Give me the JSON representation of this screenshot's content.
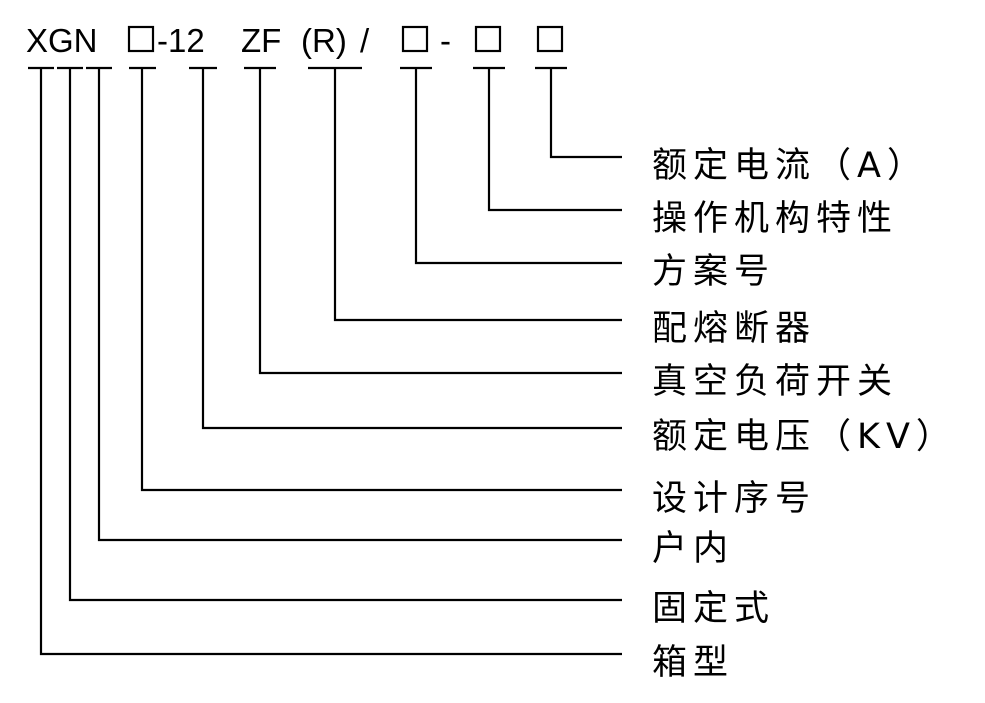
{
  "model_code": {
    "prefix": "XGN",
    "rated_voltage": "-12",
    "switch_code": "ZF",
    "fuse_code": "(R)",
    "separator_slash": "/",
    "separator_dash": "-"
  },
  "legend": [
    {
      "id": "rated-current",
      "label": "额定电流（A）"
    },
    {
      "id": "operating-mechanism",
      "label": "操作机构特性"
    },
    {
      "id": "scheme-number",
      "label": "方案号"
    },
    {
      "id": "with-fuse",
      "label": "配熔断器"
    },
    {
      "id": "vacuum-load-switch",
      "label": "真空负荷开关"
    },
    {
      "id": "rated-voltage",
      "label": "额定电压（KV）"
    },
    {
      "id": "design-serial",
      "label": "设计序号"
    },
    {
      "id": "indoor",
      "label": "户内"
    },
    {
      "id": "fixed-type",
      "label": "固定式"
    },
    {
      "id": "box-type",
      "label": "箱型"
    }
  ]
}
